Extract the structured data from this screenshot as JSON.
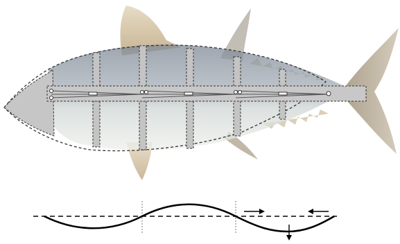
{
  "figure": {
    "subject": "tuna-fish-robot-skeleton",
    "colors": {
      "fish_back": "#8f99a6",
      "fish_belly": "#e2e6e4",
      "fin": "#c9b38f",
      "fin_light": "#dccca9",
      "tail": "#b5aa98",
      "plate_fill": "#c6c6c6",
      "outline": "#333333",
      "wave": "#000000"
    },
    "fish": {
      "segment_count": 6,
      "joint_count": 5
    },
    "wave_diagram": {
      "waves_shown": 1.5,
      "arrows": [
        "right-arrow",
        "left-arrow",
        "down-arrow"
      ]
    }
  }
}
